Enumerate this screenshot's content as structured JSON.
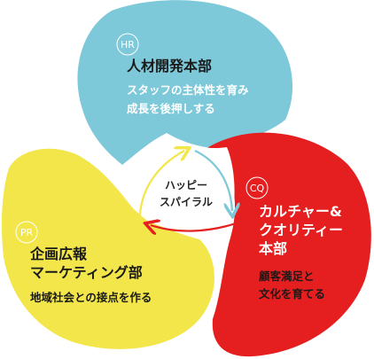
{
  "colors": {
    "hr": "#7ec9d9",
    "cq": "#e51f1f",
    "pr": "#f2e64a",
    "arrow_yellow": "#f2e64a",
    "arrow_blue": "#7ec9d9",
    "arrow_red": "#e51f1f",
    "text_dark": "#1a1a1a",
    "text_light": "#ffffff"
  },
  "hr": {
    "abbr": "HR",
    "title": "人材開発本部",
    "desc": [
      "スタッフの主体性を育み",
      "成長を後押しする"
    ]
  },
  "cq": {
    "abbr": "CQ",
    "title": [
      "カルチャー&",
      "クオリティー",
      "本部"
    ],
    "desc": [
      "顧客満足と",
      "文化を育てる"
    ]
  },
  "pr": {
    "abbr": "PR",
    "title": [
      "企画広報",
      "マーケティング部"
    ],
    "desc": [
      "地域社会との接点を作る"
    ]
  },
  "center": {
    "lines": [
      "ハッピー",
      "スパイラル"
    ]
  }
}
